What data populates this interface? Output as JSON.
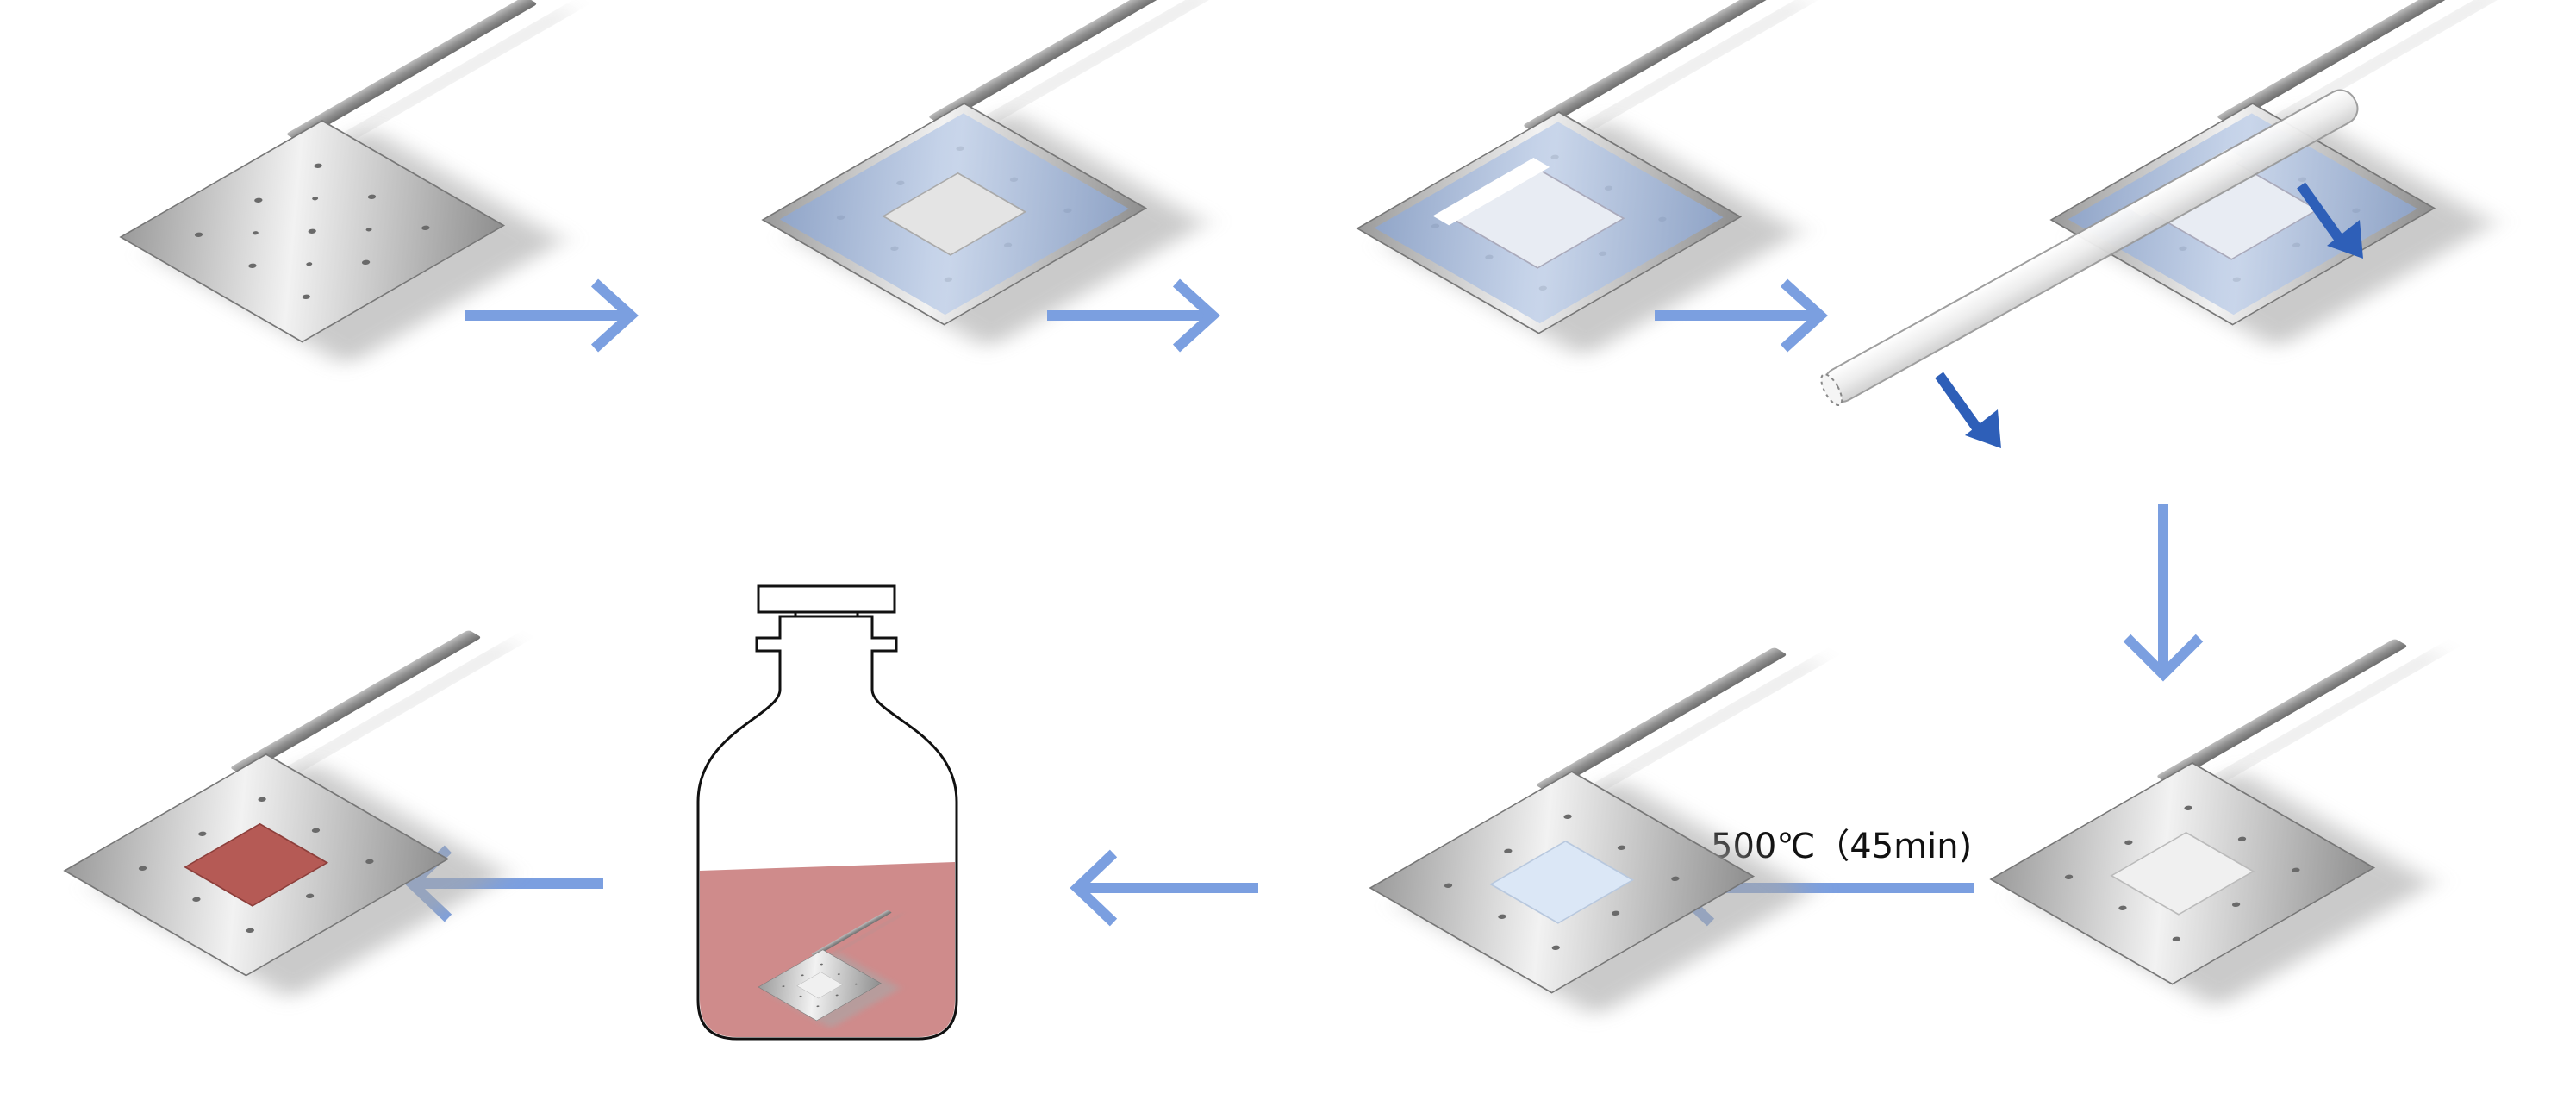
{
  "diagram": {
    "steps": [
      {
        "id": "bare-electrode"
      },
      {
        "id": "electrode-masked"
      },
      {
        "id": "coating-applied"
      },
      {
        "id": "glass-rod-spreading"
      },
      {
        "id": "mask-removed"
      },
      {
        "id": "annealed-film"
      },
      {
        "id": "dye-bottle"
      },
      {
        "id": "dyed-electrode"
      }
    ],
    "annealing_label": "500℃（45min)",
    "colors": {
      "arrow": "#7b9fe0",
      "arrow_dark": "#2e5fb8",
      "blue_film": "#aabbd8",
      "dye": "#cf8b8b",
      "dyed_square": "#b55a55",
      "metal": "#c8c8c8"
    }
  }
}
